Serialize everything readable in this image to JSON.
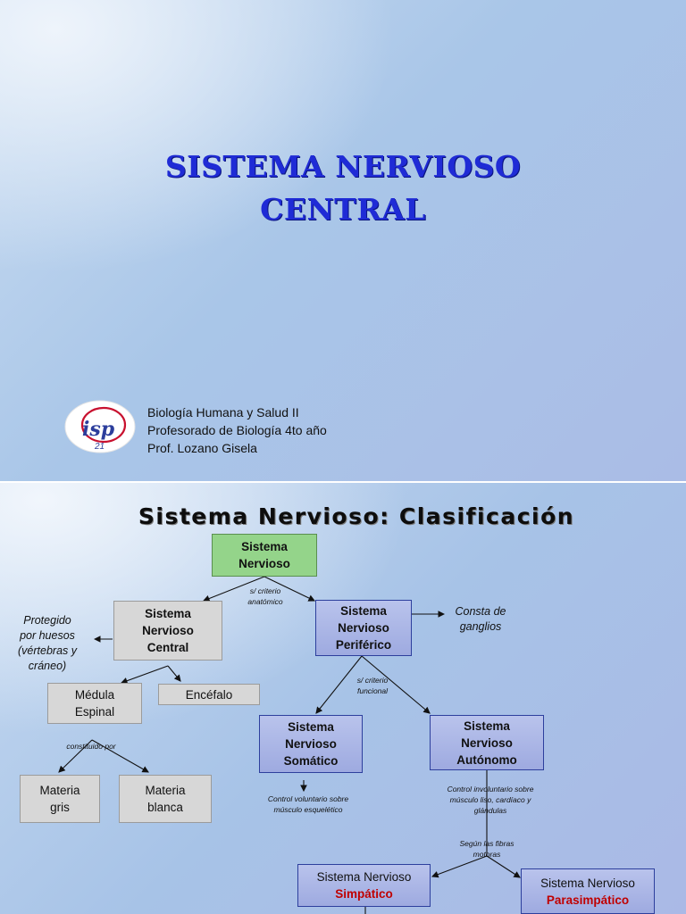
{
  "slide1": {
    "title_line1": "SISTEMA NERVIOSO",
    "title_line2": "CENTRAL",
    "logo_text": "isp",
    "logo_number": "21",
    "course": "Biología Humana y Salud II",
    "program": "Profesorado de Biología 4to año",
    "professor": "Prof. Lozano Gisela",
    "colors": {
      "title": "#1f2bd6",
      "logo_ring": "#c8102e"
    }
  },
  "slide2": {
    "title": "Sistema Nervioso: Clasificación",
    "nodes": {
      "root_l1": "Sistema",
      "root_l2": "Nervioso",
      "snc_l1": "Sistema",
      "snc_l2": "Nervioso",
      "snc_l3": "Central",
      "snp_l1": "Sistema",
      "snp_l2": "Nervioso",
      "snp_l3": "Periférico",
      "medula_l1": "Médula",
      "medula_l2": "Espinal",
      "encefalo": "Encéfalo",
      "gris_l1": "Materia",
      "gris_l2": "gris",
      "blanca_l1": "Materia",
      "blanca_l2": "blanca",
      "somatico_l1": "Sistema",
      "somatico_l2": "Nervioso",
      "somatico_l3": "Somático",
      "autonomo_l1": "Sistema",
      "autonomo_l2": "Nervioso",
      "autonomo_l3": "Autónomo",
      "simpatico_l1": "Sistema Nervioso",
      "simpatico_l2": "Simpático",
      "parasimpatico_l1": "Sistema Nervioso",
      "parasimpatico_l2": "Parasimpático"
    },
    "notes": {
      "anatomico_l1": "s/ criterio",
      "anatomico_l2": "anatómico",
      "protegido_l1": "Protegido",
      "protegido_l2": "por huesos",
      "protegido_l3": "(vértebras y",
      "protegido_l4": "cráneo)",
      "ganglios_l1": "Consta de",
      "ganglios_l2": "ganglios",
      "funcional_l1": "s/ criterio",
      "funcional_l2": "funcional",
      "constituido": "constituido por",
      "voluntario_l1": "Control voluntario sobre",
      "voluntario_l2": "músculo esquelético",
      "involuntario_l1": "Control involuntario sobre",
      "involuntario_l2": "músculo liso, cardíaco y",
      "involuntario_l3": "glándulas",
      "fibras_l1": "Según las fibras",
      "fibras_l2": "motoras"
    },
    "colors": {
      "green_box": "#94d48a",
      "gray_box": "#d7d7d7",
      "blue_box": "#a8b3e5",
      "red_text": "#c00000"
    }
  }
}
